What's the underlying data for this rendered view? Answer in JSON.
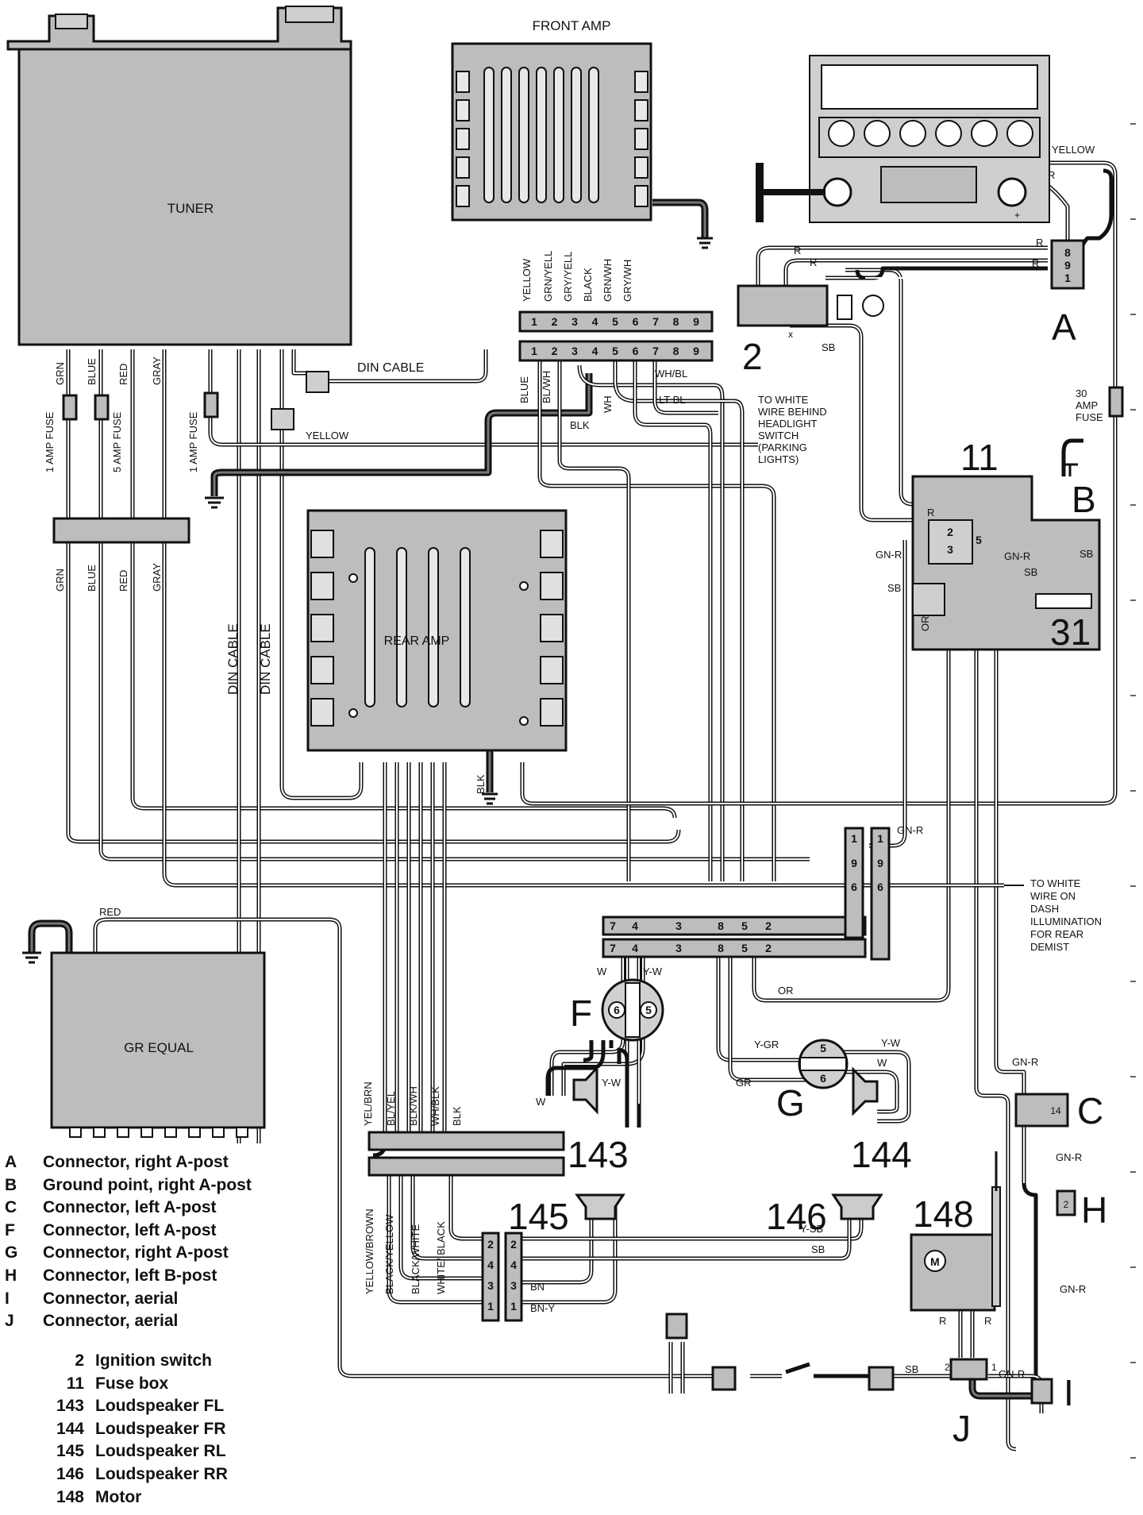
{
  "components": {
    "tuner": "TUNER",
    "front_amp": "FRONT AMP",
    "rear_amp": "REAR AMP",
    "gr_equal": "GR EQUAL"
  },
  "wire_labels": {
    "front_amp_wires": [
      "YELLOW",
      "GRN/YELL",
      "GRY/YELL",
      "BLACK",
      "GRN/WH",
      "GRY/WH"
    ],
    "tuner_wires": [
      "GRN",
      "BLUE",
      "RED",
      "GRAY"
    ],
    "tuner_wires_lower": [
      "GRN",
      "BLUE",
      "RED",
      "GRAY"
    ],
    "fuse_1amp_a": "1 AMP FUSE",
    "fuse_5amp": "5 AMP FUSE",
    "fuse_1amp_b": "1 AMP FUSE",
    "din_cable_top": "DIN CABLE",
    "din_cable_v1": "DIN CABLE",
    "din_cable_v2": "DIN CABLE",
    "yellow_tuner": "YELLOW",
    "yellow_radio": "YELLOW",
    "red_gr": "RED",
    "blue": "BLUE",
    "bl_wh": "BL/WH",
    "wh": "WH",
    "wh_bl": "WH/BL",
    "lt_bl": "LT BL",
    "blk_front": "BLK",
    "blk_rear": "BLK",
    "to_white_1": [
      "TO WHITE",
      "WIRE BEHIND",
      "HEADLIGHT",
      "SWITCH",
      "(PARKING",
      "LIGHTS)"
    ],
    "to_white_2": [
      "TO WHITE",
      "WIRE ON",
      "DASH",
      "ILLUMINATION",
      "FOR REAR",
      "DEMIST"
    ],
    "fuse_30amp": [
      "30",
      "AMP",
      "FUSE"
    ],
    "r_labels": [
      "R",
      "R",
      "R",
      "R",
      "R",
      "R"
    ],
    "sb_labels": [
      "SB",
      "SB",
      "SB",
      "SB"
    ],
    "gn_r_labels": [
      "GN-R",
      "GN-R",
      "GN-R",
      "GN-R",
      "GN-R",
      "GN-R",
      "GN-R"
    ],
    "or_labels": [
      "OR",
      "OR"
    ],
    "w_labels": [
      "W",
      "W",
      "W"
    ],
    "y_w_labels": [
      "Y-W",
      "Y-W",
      "Y-W"
    ],
    "y_gr": "Y-GR",
    "gr": "GR",
    "rear_amp_wires": [
      "YEL/BRN",
      "BL/YEL",
      "BLK/WH",
      "WH/BLK",
      "BLK"
    ],
    "rl_rr_wires": [
      "YELLOW/BROWN",
      "BLACK/YELLOW",
      "BLACK/WHITE",
      "WHITE/ BLACK"
    ],
    "bn": "BN",
    "bn_y": "BN-Y",
    "y_sb": "Y-SB",
    "sb_rr": "SB"
  },
  "connector_pins": {
    "front_amp_top": [
      "1",
      "2",
      "3",
      "4",
      "5",
      "6",
      "7",
      "8",
      "9"
    ],
    "front_amp_bottom": [
      "1",
      "2",
      "3",
      "4",
      "5",
      "6",
      "7",
      "8",
      "9"
    ],
    "conn_upper_row": [
      "7",
      "4",
      "3",
      "8",
      "5",
      "2"
    ],
    "conn_lower_row": [
      "7",
      "4",
      "3",
      "8",
      "5",
      "2"
    ],
    "conn_vertical_a": [
      "1",
      "9",
      "6"
    ],
    "conn_vertical_b": [
      "1",
      "9",
      "6"
    ],
    "conn_a": [
      "8",
      "9",
      "1"
    ],
    "conn_f": [
      "6",
      "5"
    ],
    "conn_g": [
      "5",
      "6"
    ],
    "conn_c": "14",
    "conn_h": "2",
    "conn_145": [
      "2",
      "4",
      "3",
      "1"
    ],
    "conn_146": [
      "2",
      "4",
      "3",
      "1"
    ],
    "fuse_box": [
      "2",
      "3",
      "5"
    ],
    "conn_j": [
      "2",
      "1"
    ]
  },
  "callouts": {
    "a": "A",
    "b": "B",
    "c": "C",
    "f": "F",
    "g": "G",
    "h": "H",
    "i": "I",
    "j": "J",
    "n2": "2",
    "n11": "11",
    "n31": "31",
    "n143": "143",
    "n144": "144",
    "n145": "145",
    "n146": "146",
    "n148": "148",
    "motor_m": "M",
    "x": "x",
    "plus": "+"
  },
  "legend": {
    "letters": [
      {
        "code": "A",
        "text": "Connector, right A-post"
      },
      {
        "code": "B",
        "text": "Ground point, right A-post"
      },
      {
        "code": "C",
        "text": "Connector, left A-post"
      },
      {
        "code": "F",
        "text": "Connector, left A-post"
      },
      {
        "code": "G",
        "text": "Connector, right A-post"
      },
      {
        "code": "H",
        "text": "Connector, left B-post"
      },
      {
        "code": "I",
        "text": "Connector, aerial"
      },
      {
        "code": "J",
        "text": "Connector, aerial"
      }
    ],
    "numbers": [
      {
        "code": "2",
        "text": "Ignition switch"
      },
      {
        "code": "11",
        "text": "Fuse box"
      },
      {
        "code": "143",
        "text": "Loudspeaker FL"
      },
      {
        "code": "144",
        "text": "Loudspeaker FR"
      },
      {
        "code": "145",
        "text": "Loudspeaker RL"
      },
      {
        "code": "146",
        "text": "Loudspeaker RR"
      },
      {
        "code": "148",
        "text": "Motor"
      }
    ]
  },
  "colors": {
    "component_fill": "#bdbdbd",
    "line": "#111111",
    "background": "#ffffff"
  }
}
